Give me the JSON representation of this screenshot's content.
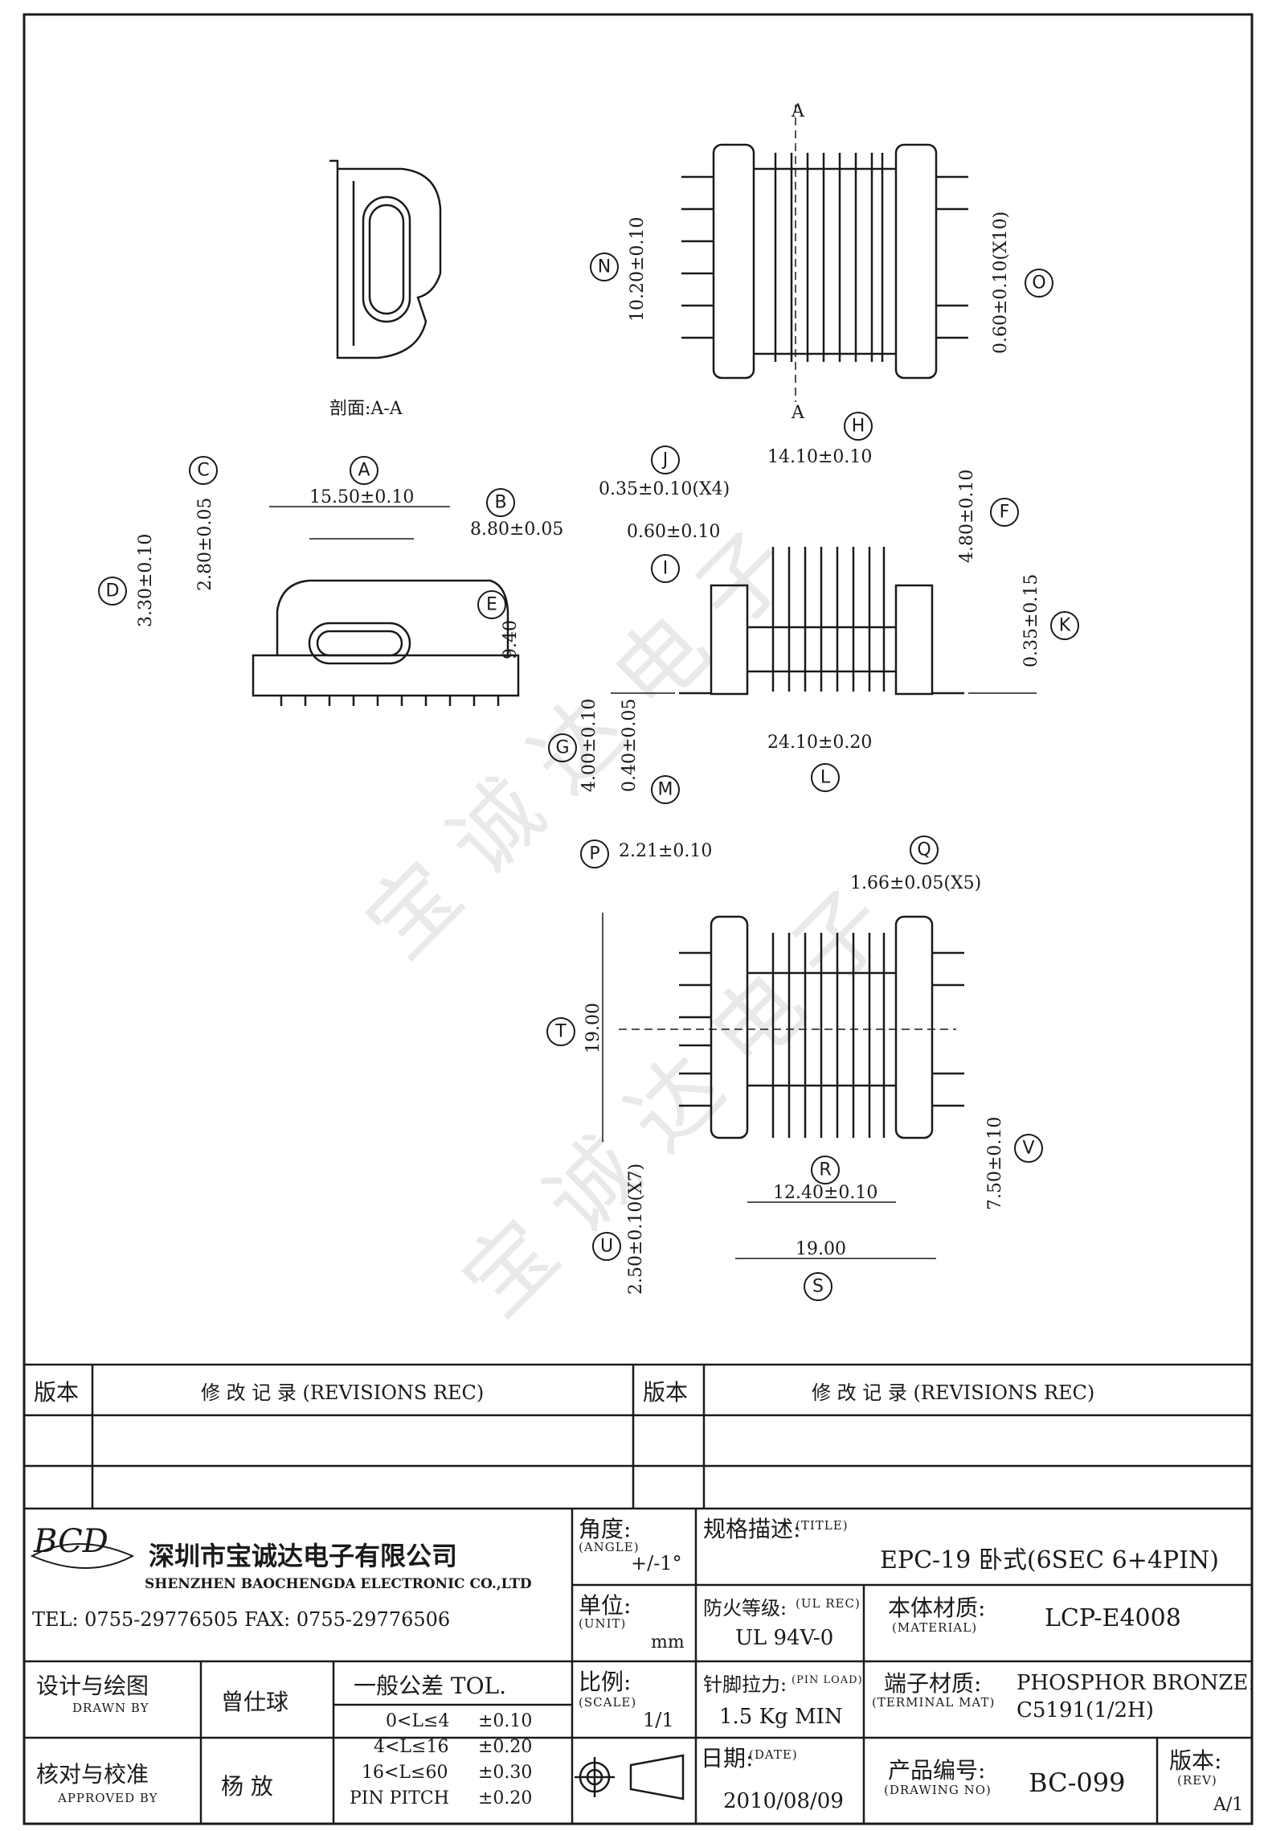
{
  "section_label": "剖面:A-A",
  "section_markers": [
    "A",
    "A"
  ],
  "dimensions": [
    {
      "id": "A",
      "text": "15.50±0.10"
    },
    {
      "id": "B",
      "text": "8.80±0.05"
    },
    {
      "id": "C",
      "text": "2.80±0.05"
    },
    {
      "id": "D",
      "text": "3.30±0.10"
    },
    {
      "id": "E",
      "text": "9.40"
    },
    {
      "id": "F",
      "text": "4.80±0.10"
    },
    {
      "id": "G",
      "text": "4.00±0.10"
    },
    {
      "id": "H",
      "text": "14.10±0.10"
    },
    {
      "id": "I",
      "text": "0.60±0.10"
    },
    {
      "id": "J",
      "text": "0.35±0.10(X4)"
    },
    {
      "id": "K",
      "text": "0.35±0.15"
    },
    {
      "id": "L",
      "text": "24.10±0.20"
    },
    {
      "id": "M",
      "text": "0.40±0.05"
    },
    {
      "id": "N",
      "text": "10.20±0.10"
    },
    {
      "id": "O",
      "text": "0.60±0.10(X10)"
    },
    {
      "id": "P",
      "text": "2.21±0.10"
    },
    {
      "id": "Q",
      "text": "1.66±0.05(X5)"
    },
    {
      "id": "R",
      "text": "12.40±0.10"
    },
    {
      "id": "S",
      "text": "19.00"
    },
    {
      "id": "T",
      "text": "19.00"
    },
    {
      "id": "U",
      "text": "2.50±0.10(X7)"
    },
    {
      "id": "V",
      "text": "7.50±0.10"
    }
  ],
  "revisions": {
    "version_label": "版本",
    "header": "修 改 记 录 (REVISIONS REC)"
  },
  "company": {
    "logo_text": "BCD",
    "name_cn": "深圳市宝诚达电子有限公司",
    "name_en": "SHENZHEN BAOCHENGDA ELECTRONIC CO.,LTD",
    "contact": "TEL: 0755-29776505 FAX: 0755-29776506"
  },
  "angle": {
    "label": "角度:",
    "sub": "(ANGLE)",
    "value": "+/-1°"
  },
  "title": {
    "label": "规格描述:",
    "sub": "(TITLE)",
    "value": "EPC-19 卧式(6SEC 6+4PIN)"
  },
  "unit": {
    "label": "单位:",
    "sub": "(UNIT)",
    "value": "mm"
  },
  "fire": {
    "label": "防火等级:",
    "sub": "(UL REC)",
    "value": "UL 94V-0"
  },
  "material": {
    "label": "本体材质:",
    "sub": "(MATERIAL)",
    "value": "LCP-E4008"
  },
  "drawn": {
    "label": "设计与绘图",
    "sub": "DRAWN BY",
    "value": "曾仕球"
  },
  "approved": {
    "label": "核对与校准",
    "sub": "APPROVED BY",
    "value": "杨 放"
  },
  "tolerance": {
    "header": "一般公差 TOL.",
    "rows": [
      {
        "range": "0<L≤4",
        "tol": "±0.10"
      },
      {
        "range": "4<L≤16",
        "tol": "±0.20"
      },
      {
        "range": "16<L≤60",
        "tol": "±0.30"
      },
      {
        "range": "PIN PITCH",
        "tol": "±0.20"
      }
    ]
  },
  "scale": {
    "label": "比例:",
    "sub": "(SCALE)",
    "value": "1/1"
  },
  "pin_load": {
    "label": "针脚拉力:",
    "sub": "(PIN LOAD)",
    "value": "1.5 Kg MIN"
  },
  "terminal": {
    "label": "端子材质:",
    "sub": "(TERMINAL MAT)",
    "value1": "PHOSPHOR BRONZE:",
    "value2": "C5191(1/2H)"
  },
  "date": {
    "label": "日期:",
    "sub": "(DATE)",
    "value": "2010/08/09"
  },
  "drawing_no": {
    "label": "产品编号:",
    "sub": "(DRAWING NO)",
    "value": "BC-099"
  },
  "rev": {
    "label": "版本:",
    "sub": "(REV)",
    "value": "A/1"
  }
}
